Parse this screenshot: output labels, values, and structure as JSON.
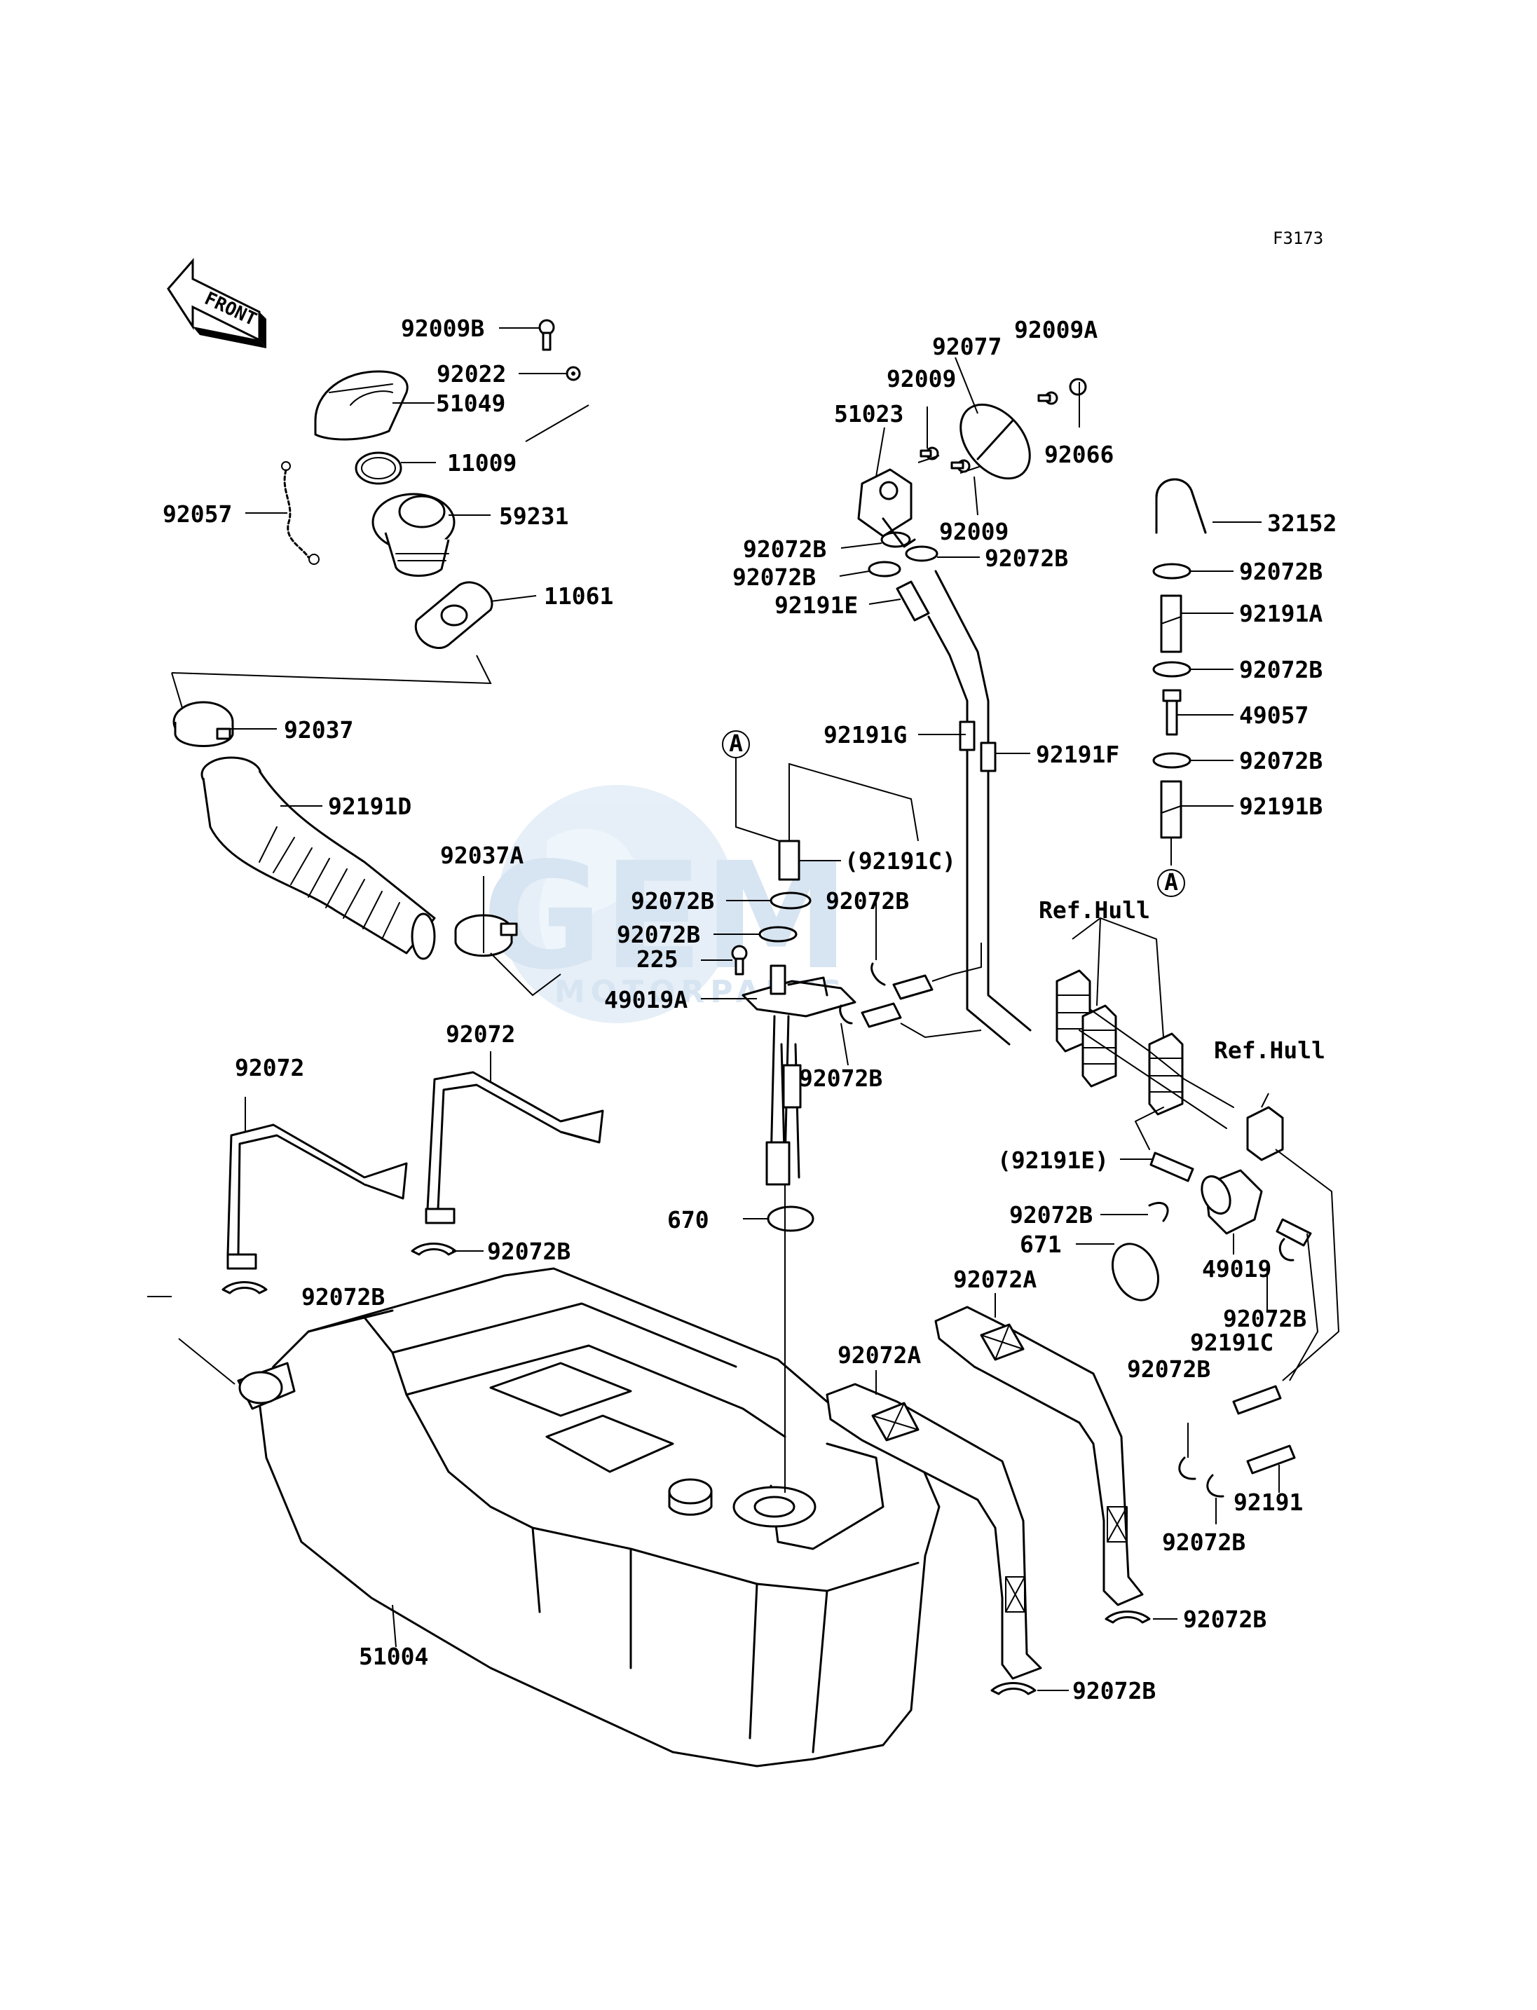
{
  "diagram_code": "F3173",
  "front_label": "FRONT",
  "watermark": {
    "main": "GEM",
    "sub": "MOTORPARTS"
  },
  "ref_hull_labels": [
    "Ref.Hull",
    "Ref.Hull"
  ],
  "circle_markers": [
    "A",
    "A"
  ],
  "part_labels": [
    "92009B",
    "92022",
    "51049",
    "11009",
    "92057",
    "59231",
    "11061",
    "92037",
    "92191D",
    "92037A",
    "92072",
    "92072",
    "92072",
    "92072B",
    "92072B",
    "51004",
    "92077",
    "92009A",
    "92009",
    "51023",
    "92066",
    "92009",
    "92072B",
    "92072B",
    "92072B",
    "92191E",
    "92191G",
    "92191F",
    "(92191C)",
    "92072B",
    "92072B",
    "92072B",
    "225",
    "49019A",
    "92072B",
    "670",
    "32152",
    "92072B",
    "92191A",
    "92072B",
    "49057",
    "92072B",
    "92191B",
    "(92191E)",
    "92072B",
    "671",
    "49019",
    "92072B",
    "92191C",
    "92072B",
    "92191",
    "92072B",
    "92072A",
    "92072A",
    "92072B",
    "92072B"
  ]
}
